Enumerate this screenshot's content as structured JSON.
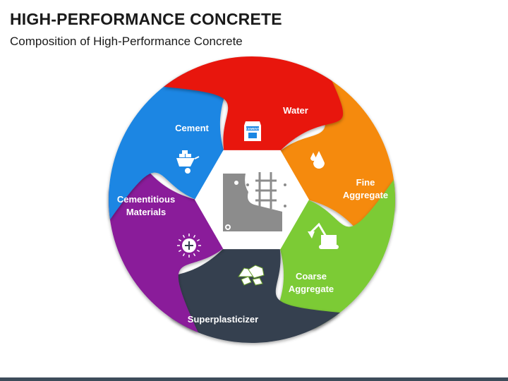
{
  "header": {
    "title": "HIGH-PERFORMANCE CONCRETE",
    "subtitle": "Composition of High-Performance Concrete"
  },
  "center": {
    "icon": "concrete-wall-icon"
  },
  "segments": [
    {
      "line1": "Water",
      "line2": "",
      "color": "#e8170d",
      "icon": "water-drop-icon"
    },
    {
      "line1": "Fine",
      "line2": "Aggregate",
      "color": "#f58a07",
      "icon": "excavator-icon"
    },
    {
      "line1": "Coarse",
      "line2": "Aggregate",
      "color": "#7ccb36",
      "icon": "rocks-icon"
    },
    {
      "line1": "Superplasticizer",
      "line2": "",
      "color": "#34404f",
      "icon": "additive-icon"
    },
    {
      "line1": "Cementitious",
      "line2": "Materials",
      "color": "#8a1f9a",
      "icon": "wheelbarrow-bricks-icon"
    },
    {
      "line1": "Cement",
      "line2": "",
      "color": "#1a86e3",
      "icon": "cement-bag-icon"
    }
  ],
  "cement_bag_text": "CEMENT"
}
